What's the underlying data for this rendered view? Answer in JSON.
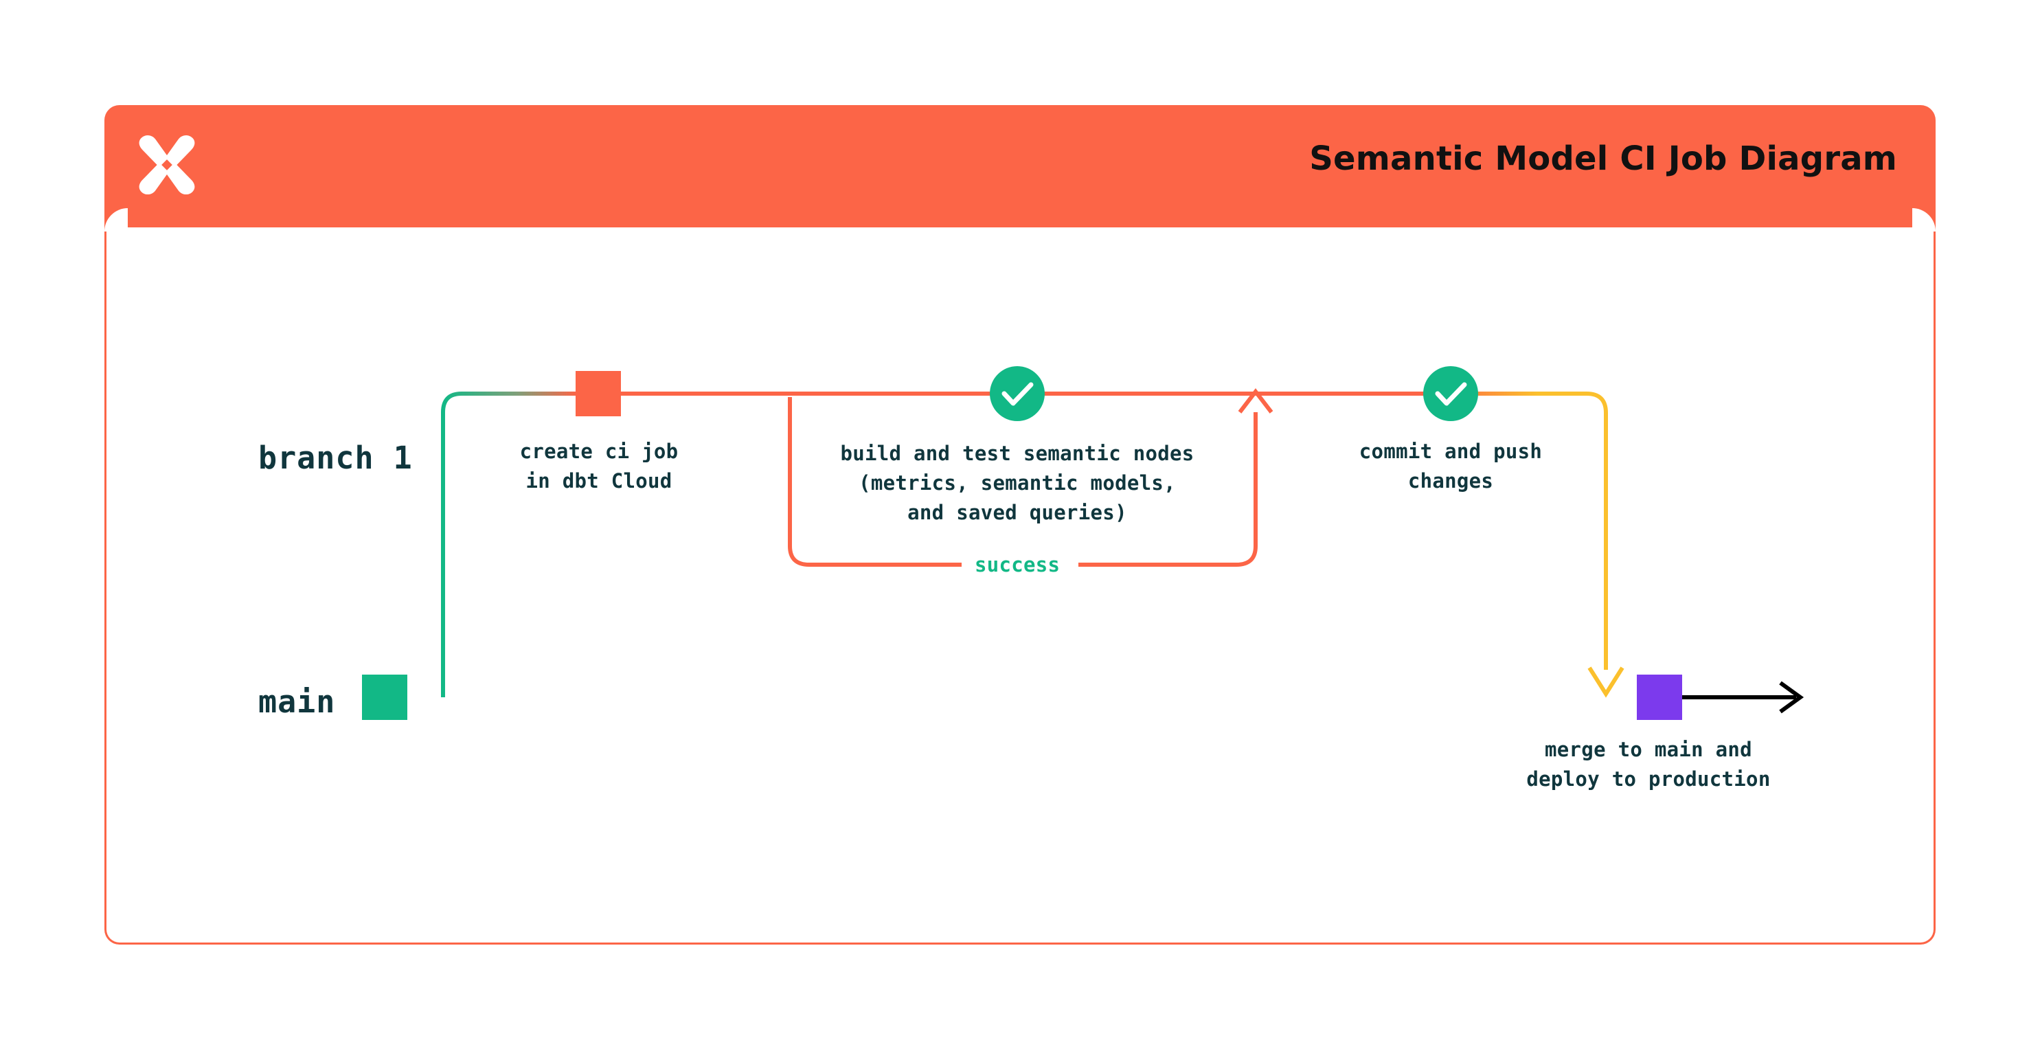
{
  "header": {
    "title": "Semantic Model CI Job Diagram",
    "logo_icon": "dbt-x-logo-icon",
    "bg_color": "#FC6547"
  },
  "colors": {
    "orange": "#FC6547",
    "teal": "#12B886",
    "yellow": "#FBC02D",
    "purple": "#7C3AED",
    "navy": "#10363D",
    "black": "#000000"
  },
  "diagram": {
    "type": "git-branch-flow",
    "lanes": [
      {
        "name": "branch-1",
        "label": "branch 1"
      },
      {
        "name": "main",
        "label": "main"
      }
    ],
    "nodes": [
      {
        "name": "create-ci-job",
        "marker": "square",
        "color": "#FC6547",
        "lane": "branch-1",
        "label": "create ci job\nin dbt Cloud"
      },
      {
        "name": "build-and-test",
        "marker": "check-circle",
        "color": "#12B886",
        "lane": "branch-1",
        "label": "build and test semantic nodes\n(metrics, semantic models,\nand saved queries)"
      },
      {
        "name": "commit-and-push",
        "marker": "check-circle",
        "color": "#12B886",
        "lane": "branch-1",
        "label": "commit and push\nchanges"
      },
      {
        "name": "merge-to-main",
        "marker": "square",
        "color": "#7C3AED",
        "lane": "main",
        "label": "merge to main and\ndeploy to production"
      },
      {
        "name": "main-start",
        "marker": "square",
        "color": "#12B886",
        "lane": "main",
        "label": ""
      }
    ],
    "edges": [
      {
        "name": "branch-off",
        "from": "main",
        "to": "branch-1",
        "color": "teal-to-orange"
      },
      {
        "name": "success-loop",
        "label": "success",
        "color": "#FC6547",
        "label_color": "#12B886"
      },
      {
        "name": "merge-down",
        "from": "branch-1",
        "to": "main",
        "color": "#FBC02D"
      },
      {
        "name": "main-continues",
        "color": "#000000",
        "arrow": true
      }
    ]
  },
  "labels": {
    "branch1": "branch 1",
    "main": "main",
    "create_ci_job_l1": "create ci job",
    "create_ci_job_l2": "in dbt Cloud",
    "build_test_l1": "build and test semantic nodes",
    "build_test_l2": "(metrics, semantic models,",
    "build_test_l3": "and saved queries)",
    "commit_push_l1": "commit and push",
    "commit_push_l2": "changes",
    "success": "success",
    "merge_l1": "merge to main and",
    "merge_l2": "deploy to production"
  }
}
